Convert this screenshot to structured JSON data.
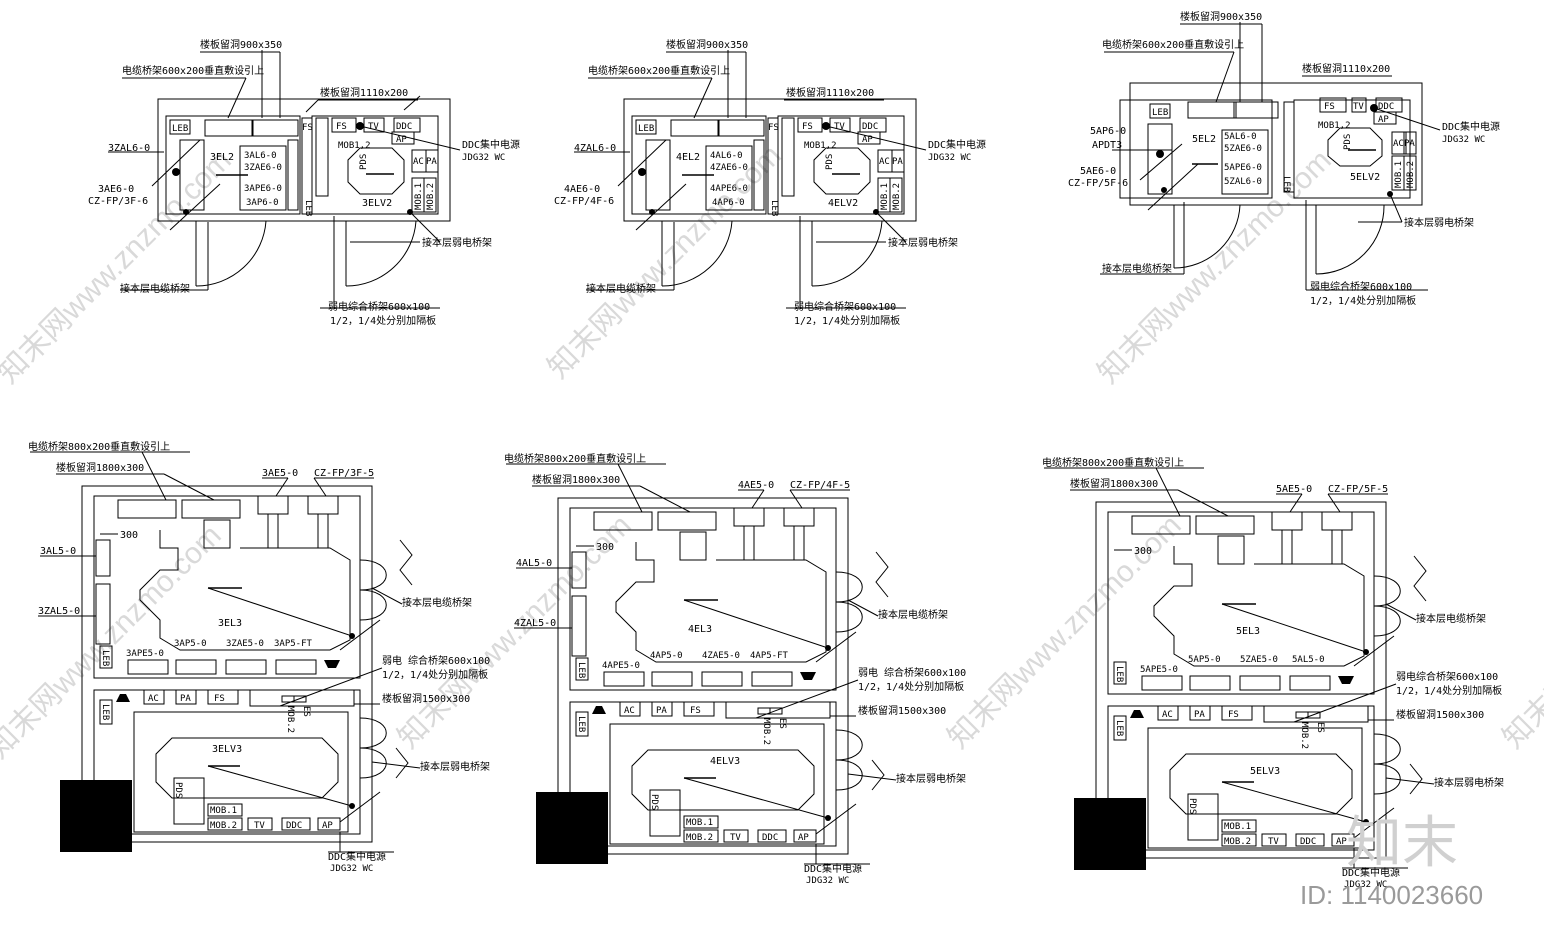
{
  "watermark": {
    "text": "知末网www.znzmo.com",
    "logo": "知末",
    "id": "ID: 1140023660"
  },
  "upper_plans": [
    {
      "slab_hole_cable": "楼板留洞900x350",
      "cable_tray_vertical": "电缆桥架600x200垂直敷设引上",
      "slab_hole_weak": "楼板留洞1110x200",
      "room_el": "3EL2",
      "room_elv": "3ELV2",
      "leb": "LEB",
      "fs": "FS",
      "tv": "TV",
      "ddc": "DDC",
      "ap": "AP",
      "mob12": "MOB1,2",
      "pds": "PDS",
      "ac": "AC",
      "pa": "PA",
      "mob1": "MOB.1",
      "mob2": "MOB.2",
      "le": "LEB",
      "left_zal": "3ZAL6-0",
      "left_ae": "3AE6-0",
      "left_cz": "CZ-FP/3F-6",
      "p1": "3AL6-0",
      "p2": "3ZAE6-0",
      "p3": "3APE6-0",
      "p4": "3AP6-0",
      "ddc_power": "DDC集中电源",
      "jdg": "JDG32 WC",
      "weak_tray_link": "接本层弱电桥架",
      "cable_tray_link": "接本层电缆桥架",
      "weak_tray": "弱电综合桥架600x100",
      "partition": "1/2，1/4处分别加隔板"
    },
    {
      "slab_hole_cable": "楼板留洞900x350",
      "cable_tray_vertical": "电缆桥架600x200垂直敷设引上",
      "slab_hole_weak": "楼板留洞1110x200",
      "room_el": "4EL2",
      "room_elv": "4ELV2",
      "leb": "LEB",
      "fs": "FS",
      "tv": "TV",
      "ddc": "DDC",
      "ap": "AP",
      "mob12": "MOB1,2",
      "pds": "PDS",
      "ac": "AC",
      "pa": "PA",
      "mob1": "MOB.1",
      "mob2": "MOB.2",
      "le": "LEB",
      "left_zal": "4ZAL6-0",
      "left_ae": "4AE6-0",
      "left_cz": "CZ-FP/4F-6",
      "p1": "4AL6-0",
      "p2": "4ZAE6-0",
      "p3": "4APE6-0",
      "p4": "4AP6-0",
      "ddc_power": "DDC集中电源",
      "jdg": "JDG32 WC",
      "weak_tray_link": "接本层弱电桥架",
      "cable_tray_link": "接本层电缆桥架",
      "weak_tray": "弱电综合桥架600x100",
      "partition": "1/2，1/4处分别加隔板"
    },
    {
      "slab_hole_cable": "楼板留洞900x350",
      "cable_tray_vertical": "电缆桥架600x200垂直敷设引上",
      "slab_hole_weak": "楼板留洞1110x200",
      "room_el": "5EL2",
      "room_elv": "5ELV2",
      "leb": "LEB",
      "fs": "FS",
      "tv": "TV",
      "ddc": "DDC",
      "ap": "AP",
      "mob12": "MOB1,2",
      "pds": "PDS",
      "ac": "AC",
      "pa": "PA",
      "mob1": "MOB.1",
      "mob2": "MOB.2",
      "le": "LEB",
      "left_zal": "5AP6-0",
      "left_ae": "5AE6-0",
      "left_cz": "CZ-FP/5F-6",
      "apdt": "APDT3",
      "p1": "5AL6-0",
      "p2": "5ZAE6-0",
      "p3": "5APE6-0",
      "p4": "5ZAL6-0",
      "ddc_power": "DDC集中电源",
      "jdg": "JDG32 WC",
      "weak_tray_link": "接本层弱电桥架",
      "cable_tray_link": "接本层电缆桥架",
      "weak_tray": "弱电综合桥架600x100",
      "partition": "1/2，1/4处分别加隔板"
    }
  ],
  "lower_plans": [
    {
      "cable_tray_vertical": "电缆桥架800x200垂直敷设引上",
      "slab_hole_cable": "楼板留洞1800x300",
      "ae": "3AE5-0",
      "cz": "CZ-FP/3F-5",
      "dim": "300",
      "al": "3AL5-0",
      "zal": "3ZAL5-0",
      "room_el": "3EL3",
      "ape": "3APE5-0",
      "ap": "3AP5-0",
      "zae": "3ZAE5-0",
      "apft": "3AP5-FT",
      "le": "LEB",
      "cable_tray_link": "接本层电缆桥架",
      "weak_tray": "弱电 综合桥架600x100",
      "partition": "1/2，1/4处分别加隔板",
      "slab_hole_weak": "楼板留洞1500x300",
      "room_elv": "3ELV3",
      "weak_tray_link": "接本层弱电桥架",
      "ac": "AC",
      "pa": "PA",
      "fs": "FS",
      "es": "ES",
      "mob2v": "MOB.2",
      "pds": "PDS",
      "mob1": "MOB.1",
      "mob2": "MOB.2",
      "tv": "TV",
      "ddc": "DDC",
      "apb": "AP",
      "ddc_power": "DDC集中电源",
      "jdg": "JDG32 WC"
    },
    {
      "cable_tray_vertical": "电缆桥架800x200垂直敷设引上",
      "slab_hole_cable": "楼板留洞1800x300",
      "ae": "4AE5-0",
      "cz": "CZ-FP/4F-5",
      "dim": "300",
      "al": "4AL5-0",
      "zal": "4ZAL5-0",
      "room_el": "4EL3",
      "ape": "4APE5-0",
      "ap": "4AP5-0",
      "zae": "4ZAE5-0",
      "apft": "4AP5-FT",
      "le": "LEB",
      "cable_tray_link": "接本层电缆桥架",
      "weak_tray": "弱电 综合桥架600x100",
      "partition": "1/2，1/4处分别加隔板",
      "slab_hole_weak": "楼板留洞1500x300",
      "room_elv": "4ELV3",
      "weak_tray_link": "接本层弱电桥架",
      "ac": "AC",
      "pa": "PA",
      "fs": "FS",
      "es": "ES",
      "mob2v": "MOB.2",
      "pds": "PDS",
      "mob1": "MOB.1",
      "mob2": "MOB.2",
      "tv": "TV",
      "ddc": "DDC",
      "apb": "AP",
      "ddc_power": "DDC集中电源",
      "jdg": "JDG32 WC"
    },
    {
      "cable_tray_vertical": "电缆桥架800x200垂直敷设引上",
      "slab_hole_cable": "楼板留洞1800x300",
      "ae": "5AE5-0",
      "cz": "CZ-FP/5F-5",
      "dim": "300",
      "al": "",
      "zal": "",
      "room_el": "5EL3",
      "ape": "5APE5-0",
      "ap": "5AP5-0",
      "zae": "5ZAE5-0",
      "apft": "5AL5-0",
      "le": "LEB",
      "cable_tray_link": "接本层电缆桥架",
      "weak_tray": "弱电综合桥架600x100",
      "partition": "1/2，1/4处分别加隔板",
      "slab_hole_weak": "楼板留洞1500x300",
      "room_elv": "5ELV3",
      "weak_tray_link": "接本层弱电桥架",
      "ac": "AC",
      "pa": "PA",
      "fs": "FS",
      "es": "ES",
      "mob2v": "MOB.2",
      "pds": "PDS",
      "mob1": "MOB.1",
      "mob2": "MOB.2",
      "tv": "TV",
      "ddc": "DDC",
      "apb": "AP",
      "ddc_power": "DDC集中电源",
      "jdg": "JDG32 WC"
    }
  ]
}
